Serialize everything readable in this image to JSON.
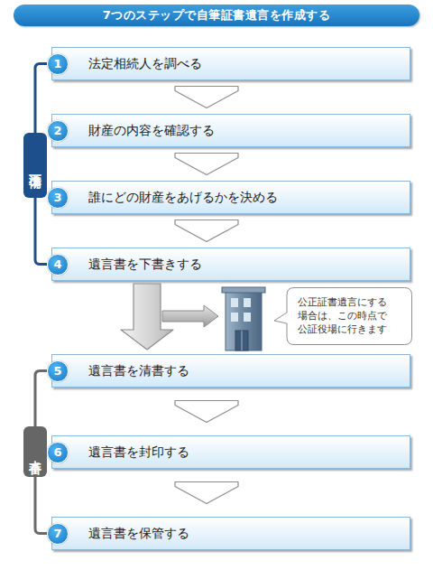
{
  "diagram": {
    "title": "7つのステップで自筆証書遺言を作成する",
    "nodes": [
      {
        "text": [
          "1",
          "法定相続人を調べる"
        ]
      },
      {
        "text": [
          "2",
          "財産の内容を確認する"
        ]
      },
      {
        "text": [
          "3",
          "誰にどの財産をあげるかを決める"
        ]
      },
      {
        "text": [
          "4",
          "遺言書を下書きする"
        ]
      },
      {
        "text": [
          "下準備"
        ]
      },
      {
        "text": [
          "公正証書遺言にする 場合は、この時点で 公証役場に行きます"
        ]
      },
      {
        "text": [
          "5",
          "遺言書を清書する"
        ]
      },
      {
        "text": [
          "6",
          "遺言書を封印する"
        ]
      },
      {
        "text": [
          "7",
          "遺言書を保管する"
        ]
      },
      {
        "text": [
          "本番"
        ]
      }
    ],
    "edges": [
      {
        "from": 0,
        "to": 1,
        "arrow": "to"
      },
      {
        "from": 1,
        "to": 2,
        "arrow": "to"
      },
      {
        "from": 2,
        "to": 3,
        "arrow": "to"
      },
      {
        "from": 3,
        "to": 6,
        "arrow": "to"
      },
      {
        "from": 6,
        "to": 7,
        "arrow": "to"
      },
      {
        "from": 7,
        "to": 8,
        "arrow": "to"
      }
    ]
  }
}
